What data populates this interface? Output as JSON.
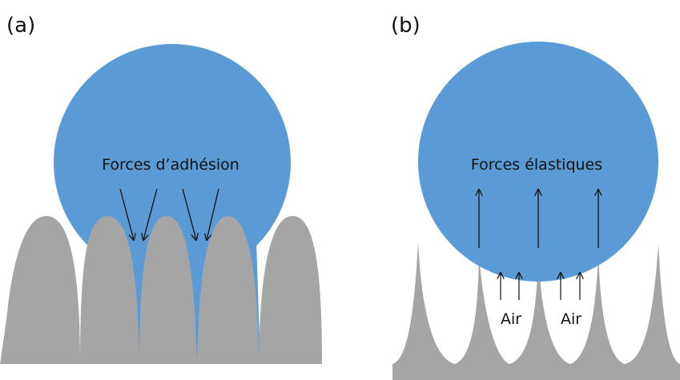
{
  "panels": {
    "a": {
      "label": "(a)",
      "force_label": "Forces d’adhésion"
    },
    "b": {
      "label": "(b)",
      "force_label": "Forces élastiques",
      "air_labels": [
        "Air",
        "Air"
      ]
    }
  },
  "colors": {
    "droplet": "#5b9bd5",
    "substrate": "#a5a5a5",
    "arrow": "#111111",
    "background": "#ffffff"
  }
}
